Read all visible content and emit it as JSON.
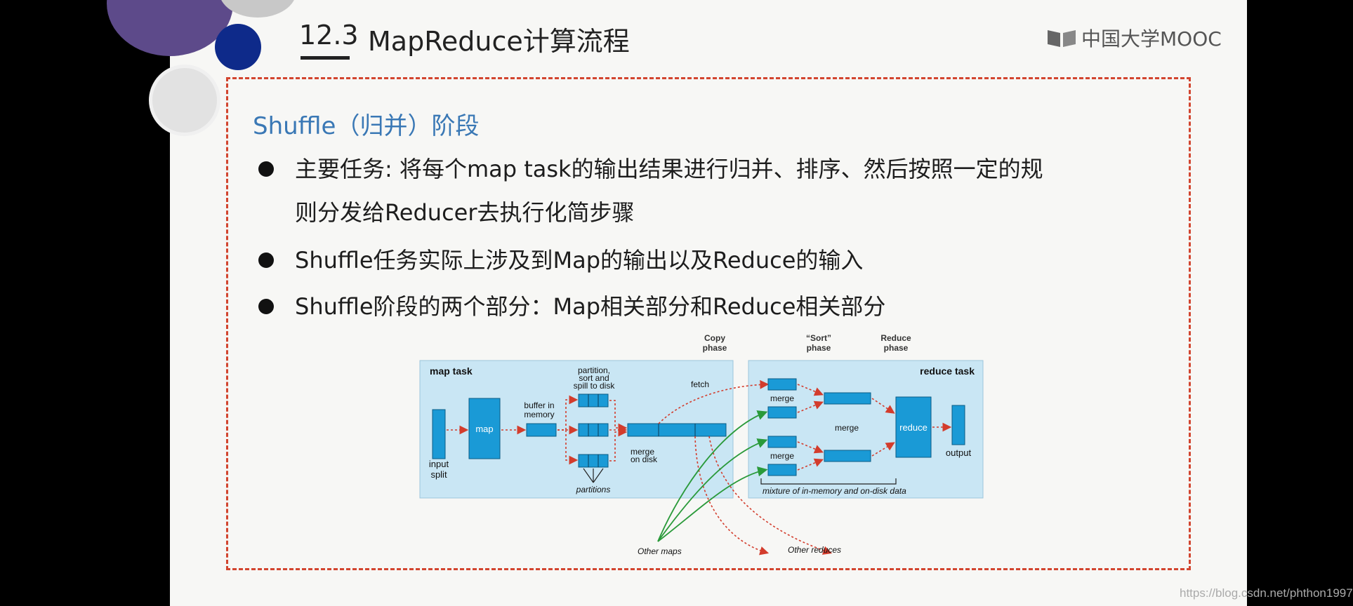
{
  "header": {
    "section_number": "12.3",
    "title": "MapReduce计算流程",
    "logo_text": "中国大学MOOC"
  },
  "content": {
    "section_title": "Shuffle（归并）阶段",
    "bullets": [
      {
        "line1": "主要任务: 将每个map task的输出结果进行归并、排序、然后按照一定的规",
        "line2": "则分发给Reducer去执行化简步骤"
      },
      {
        "line1": "Shuffle任务实际上涉及到Map的输出以及Reduce的输入"
      },
      {
        "line1": "Shuffle阶段的两个部分：Map相关部分和Reduce相关部分"
      }
    ]
  },
  "diagram": {
    "copy_phase": [
      "Copy",
      "phase"
    ],
    "sort_phase": [
      "“Sort”",
      "phase"
    ],
    "reduce_phase": [
      "Reduce",
      "phase"
    ],
    "map_task": "map task",
    "reduce_task": "reduce task",
    "input_split": [
      "input",
      "split"
    ],
    "map": "map",
    "buffer_in_memory": [
      "buffer in",
      "memory"
    ],
    "partition_sort_spill": [
      "partition,",
      "sort and",
      "spill to disk"
    ],
    "partitions": "partitions",
    "merge_on_disk": [
      "merge",
      "on disk"
    ],
    "fetch": "fetch",
    "merge": "merge",
    "reduce": "reduce",
    "output": "output",
    "mixture": "mixture of in-memory and on-disk data",
    "other_maps": "Other maps",
    "other_reduces": "Other reduces"
  },
  "watermark": "https://blog.csdn.net/phthon1997",
  "colors": {
    "accent_blue": "#3a78b5",
    "frame_red": "#d2452f",
    "diagram_bg": "#c9e6f4",
    "box_blue": "#1a9ad6",
    "arrow_red": "#d33c2c",
    "arrow_green": "#2a9a3a"
  }
}
